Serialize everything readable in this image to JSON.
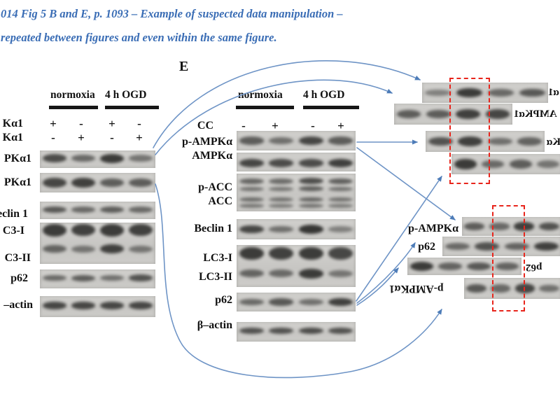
{
  "header": {
    "line1": "014 Fig 5 B and  E, p. 1093 – Example of suspected data manipulation –",
    "line2": "repeated between figures and even within the same figure."
  },
  "panel_label": "E",
  "columns": {
    "normoxia": "normoxia",
    "ogd": "4 h OGD"
  },
  "left_panel": {
    "treatments": [
      {
        "label": "Kα1",
        "signs": [
          "+",
          "-",
          "+",
          "-"
        ]
      },
      {
        "label": "Kα1",
        "signs": [
          "-",
          "+",
          "-",
          "+"
        ]
      }
    ],
    "rows": [
      "PKα1",
      "PKα1",
      "eclin 1",
      "C3-I",
      "C3-II",
      "p62",
      "–actin"
    ]
  },
  "middle_panel": {
    "treatments": [
      {
        "label": "CC",
        "signs": [
          "-",
          "+",
          "-",
          "+"
        ]
      }
    ],
    "rows": [
      "p-AMPKα",
      "AMPKα",
      "p-ACC",
      "ACC",
      "Beclin 1",
      "LC3-I",
      "LC3-II",
      "p62",
      "β–actin"
    ]
  },
  "right_top": {
    "fragments": [
      "α1",
      "AMPKα1",
      "Kα"
    ]
  },
  "right_bottom": {
    "label_p_ampk": "p-AMPKα",
    "label_p62": "p62",
    "label_p62_rotated": "p62",
    "label_p_ampk1_rotated": "p-AMPKα1"
  },
  "colors": {
    "header_blue": "#3a6db5",
    "arrow_blue": "#6e94c6",
    "arrowhead_blue": "#4d7cb8",
    "dashed_red": "#e8251c"
  },
  "blots": {
    "L1": {
      "rows": [
        {
          "y": 0.45,
          "h": 0.5,
          "bands": [
            0.8,
            0.55,
            0.95,
            0.45
          ]
        }
      ]
    },
    "L2": {
      "rows": [
        {
          "y": 0.5,
          "h": 0.5,
          "bands": [
            0.85,
            0.9,
            0.65,
            0.65
          ]
        }
      ]
    },
    "L3": {
      "rows": [
        {
          "y": 0.45,
          "h": 0.42,
          "bands": [
            0.7,
            0.55,
            0.65,
            0.55
          ]
        }
      ]
    },
    "L4": {
      "rows": [
        {
          "y": 0.18,
          "h": 0.3,
          "bands": [
            0.95,
            0.9,
            0.95,
            0.9
          ]
        },
        {
          "y": 0.64,
          "h": 0.22,
          "bands": [
            0.6,
            0.45,
            0.9,
            0.45
          ]
        }
      ]
    },
    "L5": {
      "rows": [
        {
          "y": 0.45,
          "h": 0.38,
          "bands": [
            0.55,
            0.65,
            0.5,
            0.75
          ]
        }
      ]
    },
    "L6": {
      "rows": [
        {
          "y": 0.45,
          "h": 0.36,
          "bands": [
            0.85,
            0.85,
            0.85,
            0.85
          ]
        }
      ]
    },
    "M1": {
      "rows": [
        {
          "y": 0.5,
          "h": 0.45,
          "bands": [
            0.65,
            0.5,
            0.85,
            0.65
          ]
        }
      ]
    },
    "M2": {
      "rows": [
        {
          "y": 0.55,
          "h": 0.45,
          "bands": [
            0.85,
            0.8,
            0.8,
            0.9
          ]
        }
      ]
    },
    "M3": {
      "rows": [
        {
          "y": 0.2,
          "h": 0.17,
          "bands": [
            0.6,
            0.55,
            0.8,
            0.65
          ]
        },
        {
          "y": 0.4,
          "h": 0.14,
          "bands": [
            0.5,
            0.45,
            0.65,
            0.5
          ]
        },
        {
          "y": 0.68,
          "h": 0.14,
          "bands": [
            0.55,
            0.5,
            0.6,
            0.5
          ]
        },
        {
          "y": 0.85,
          "h": 0.13,
          "bands": [
            0.45,
            0.4,
            0.5,
            0.4
          ]
        }
      ]
    },
    "M4": {
      "rows": [
        {
          "y": 0.5,
          "h": 0.42,
          "bands": [
            0.85,
            0.5,
            0.98,
            0.35
          ]
        }
      ]
    },
    "M5": {
      "rows": [
        {
          "y": 0.2,
          "h": 0.3,
          "bands": [
            0.95,
            0.9,
            0.95,
            0.85
          ]
        },
        {
          "y": 0.68,
          "h": 0.22,
          "bands": [
            0.6,
            0.55,
            0.95,
            0.45
          ]
        }
      ]
    },
    "M6": {
      "rows": [
        {
          "y": 0.5,
          "h": 0.42,
          "bands": [
            0.55,
            0.7,
            0.5,
            0.9
          ]
        }
      ]
    },
    "M7": {
      "rows": [
        {
          "y": 0.45,
          "h": 0.34,
          "bands": [
            0.75,
            0.75,
            0.8,
            0.75
          ]
        }
      ]
    },
    "T1": {
      "rows": [
        {
          "y": 0.5,
          "h": 0.45,
          "bands": [
            0.35,
            0.95,
            0.55,
            0.7
          ]
        }
      ]
    },
    "T2": {
      "rows": [
        {
          "y": 0.5,
          "h": 0.45,
          "bands": [
            0.65,
            0.65,
            0.9,
            0.85
          ]
        }
      ]
    },
    "T3": {
      "rows": [
        {
          "y": 0.5,
          "h": 0.45,
          "bands": [
            0.75,
            0.9,
            0.5,
            0.6
          ]
        }
      ]
    },
    "T4": {
      "rows": [
        {
          "y": 0.5,
          "h": 0.5,
          "bands": [
            0.95,
            0.55,
            0.65,
            0.45
          ]
        }
      ]
    },
    "B1": {
      "rows": [
        {
          "y": 0.5,
          "h": 0.45,
          "bands": [
            0.65,
            0.55,
            0.9,
            0.75
          ]
        }
      ]
    },
    "B2": {
      "rows": [
        {
          "y": 0.5,
          "h": 0.45,
          "bands": [
            0.55,
            0.75,
            0.6,
            0.9
          ]
        }
      ]
    },
    "B3": {
      "rows": [
        {
          "y": 0.5,
          "h": 0.5,
          "bands": [
            0.95,
            0.6,
            0.7,
            0.6
          ]
        }
      ]
    },
    "B4": {
      "rows": [
        {
          "y": 0.5,
          "h": 0.45,
          "bands": [
            0.7,
            0.55,
            0.85,
            0.5
          ]
        }
      ]
    }
  }
}
